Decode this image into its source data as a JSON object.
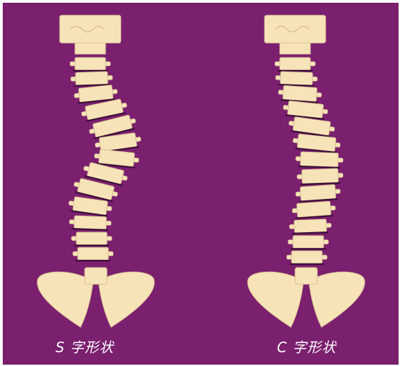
{
  "spines": [
    {
      "id": "s-shape",
      "caption": "S 字形状"
    },
    {
      "id": "c-shape",
      "caption": "C 字形状"
    }
  ],
  "colors": {
    "background": "#7b1f6f",
    "bone": "#f7e3b8",
    "bone_edge": "#d8c092",
    "disc": "#3b0f38",
    "caption": "#ffffff"
  }
}
